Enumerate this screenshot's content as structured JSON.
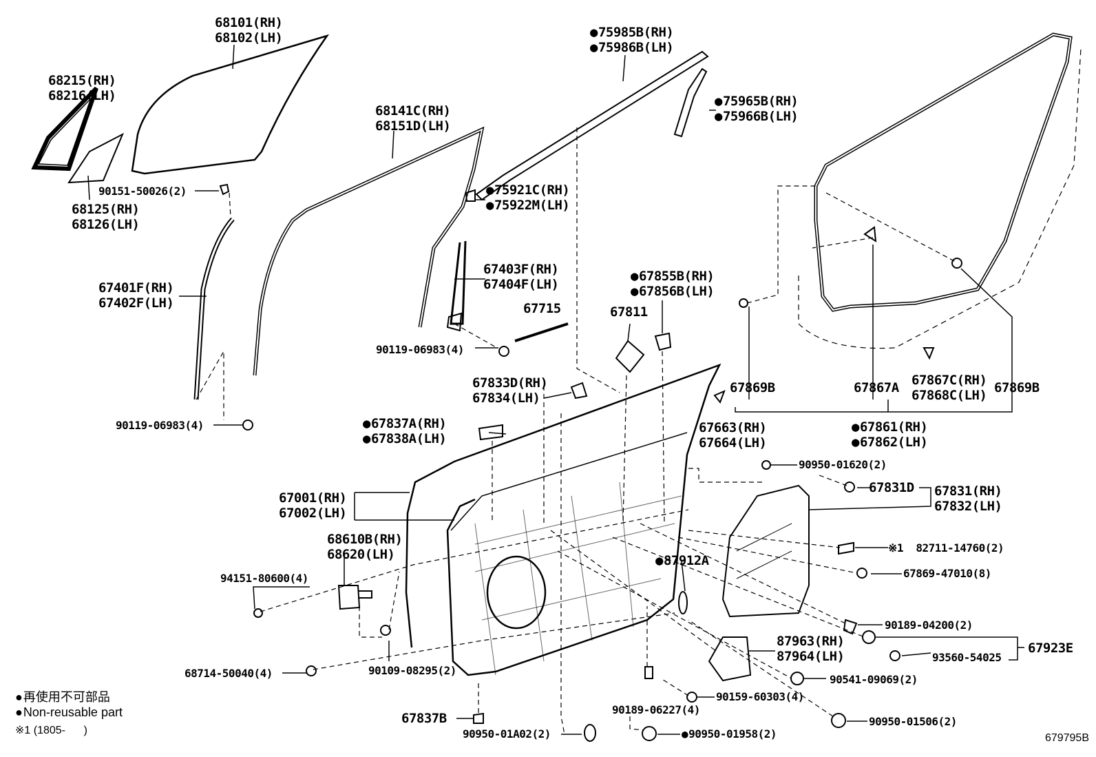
{
  "parts": {
    "glass_rh": "68101(RH)",
    "glass_lh": "68102(LH)",
    "qglass_rh": "68215(RH)",
    "qglass_lh": "68216(LH)",
    "qpanel_rh": "68125(RH)",
    "qpanel_lh": "68126(LH)",
    "screw_top": "90151-50026(2)",
    "run_rh": "67401F(RH)",
    "run_lh": "67402F(LH)",
    "bolt_left": "90119-06983(4)",
    "chan_rh": "68141C(RH)",
    "chan_lh": "68151D(LH)",
    "mold_rh": "75985B(RH)",
    "mold_lh": "75986B(LH)",
    "pillar_rh": "75965B(RH)",
    "pillar_lh": "75966B(LH)",
    "cap_rh": "75921C(RH)",
    "cap_lh": "75922M(LH)",
    "seal_rh": "67403F(RH)",
    "seal_lh": "67404F(LH)",
    "tape": "67715",
    "bolt_mid": "90119-06983(4)",
    "pad": "67811",
    "clip_rh": "67855B(RH)",
    "clip_lh": "67856B(LH)",
    "hole_rh": "67833D(RH)",
    "hole_lh": "67834(LH)",
    "cover_rh": "67837A(RH)",
    "cover_lh": "67838A(LH)",
    "stop_rh": "67663(RH)",
    "stop_lh": "67664(LH)",
    "ws_b1": "67869B",
    "ws_a": "67867A",
    "ws_c_rh": "67867C(RH)",
    "ws_c_lh": "67868C(LH)",
    "ws_b2": "67869B",
    "wsset_rh": "67861(RH)",
    "wsset_lh": "67862(LH)",
    "plug_top": "90950-01620(2)",
    "clip_d": "67831D",
    "service_rh": "67831(RH)",
    "service_lh": "67832(LH)",
    "door_rh": "67001(RH)",
    "door_lh": "67002(LH)",
    "hinge_rh": "68610B(RH)",
    "hinge_lh": "68620(LH)",
    "nut": "94151-80600(4)",
    "note_mark": "※1",
    "harness": "82711-14760(2)",
    "clip_8": "67869-47010(8)",
    "silencer": "87912A",
    "clip_4200": "90189-04200(2)",
    "cover_dc_rh": "87963(RH)",
    "cover_dc_lh": "87964(LH)",
    "screw_93560": "93560-54025",
    "kit": "67923E",
    "plug_90541": "90541-09069(2)",
    "plug_68714": "68714-50040(4)",
    "bolt_90109": "90109-08295(2)",
    "clip_06227": "90189-06227(4)",
    "bolt_60303": "90159-60303(4)",
    "plug_01506": "90950-01506(2)",
    "lower_b": "67837B",
    "plug_01a02": "90950-01A02(2)",
    "plug_01958": "90950-01958(2)"
  },
  "legend": {
    "jp": "再使用不可部品",
    "en": "Non-reusable part",
    "note": "※1 (1805-      )"
  },
  "figure_code": "679795B"
}
